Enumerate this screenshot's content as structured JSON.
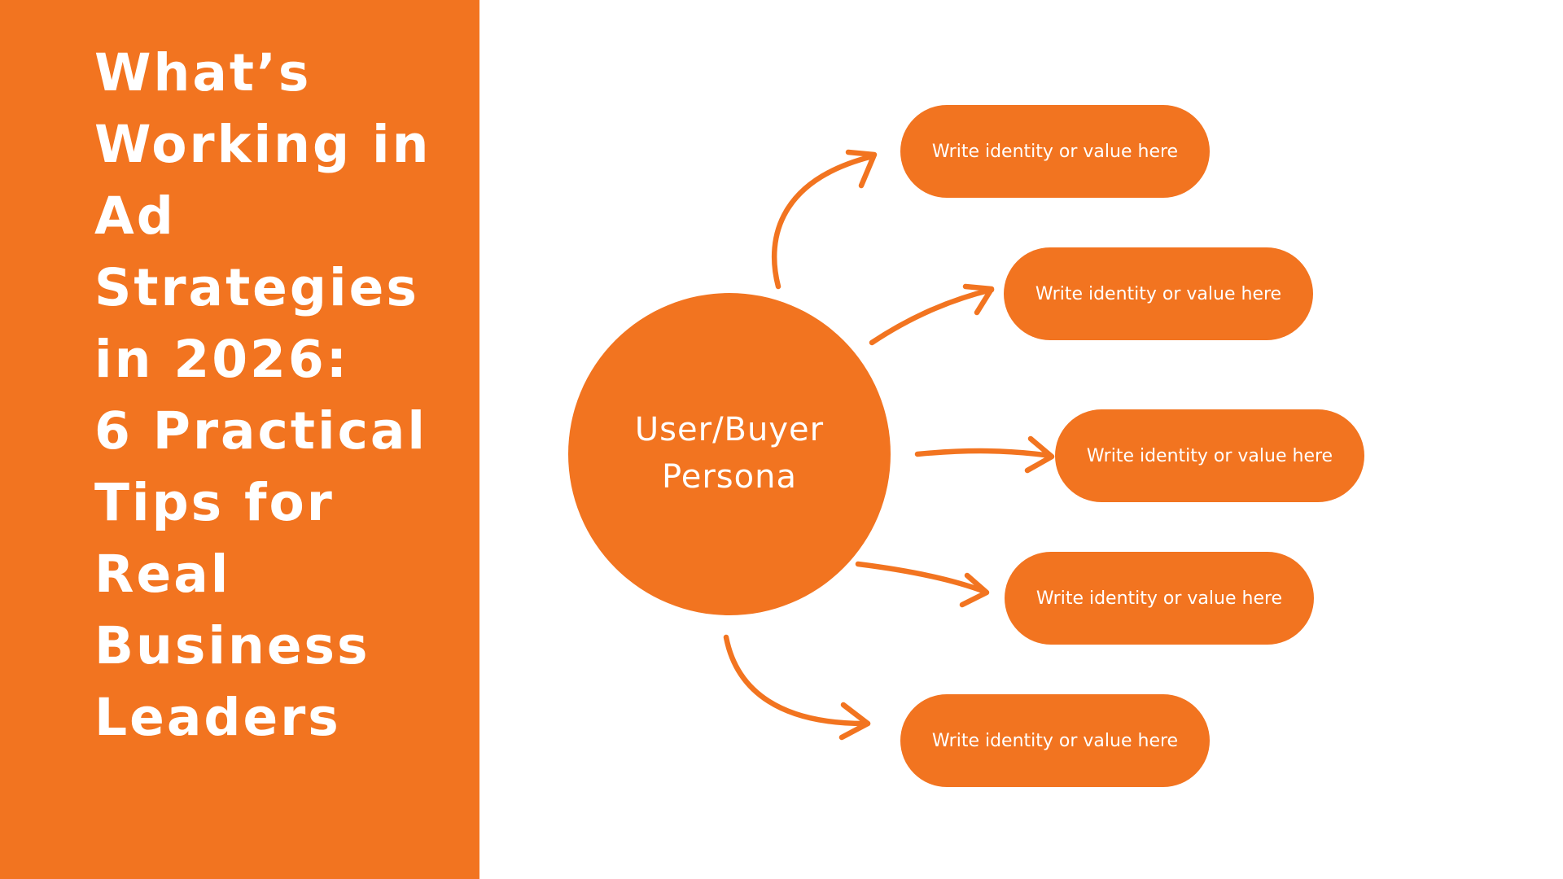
{
  "title_lines": [
    "What’s",
    "Working in",
    "Ad",
    "Strategies",
    "in 2026:",
    "6 Practical",
    "Tips for",
    "Real",
    "Business",
    "Leaders"
  ],
  "diagram": {
    "center": {
      "line1": "User/Buyer",
      "line2": "Persona"
    },
    "nodes": [
      {
        "label": "Write identity or value here"
      },
      {
        "label": "Write identity or value here"
      },
      {
        "label": "Write identity or value here"
      },
      {
        "label": "Write identity or value here"
      },
      {
        "label": "Write identity or value here"
      }
    ]
  },
  "colors": {
    "accent": "#F27420",
    "text_on_accent": "#FFFFFF",
    "background": "#FFFFFF"
  }
}
